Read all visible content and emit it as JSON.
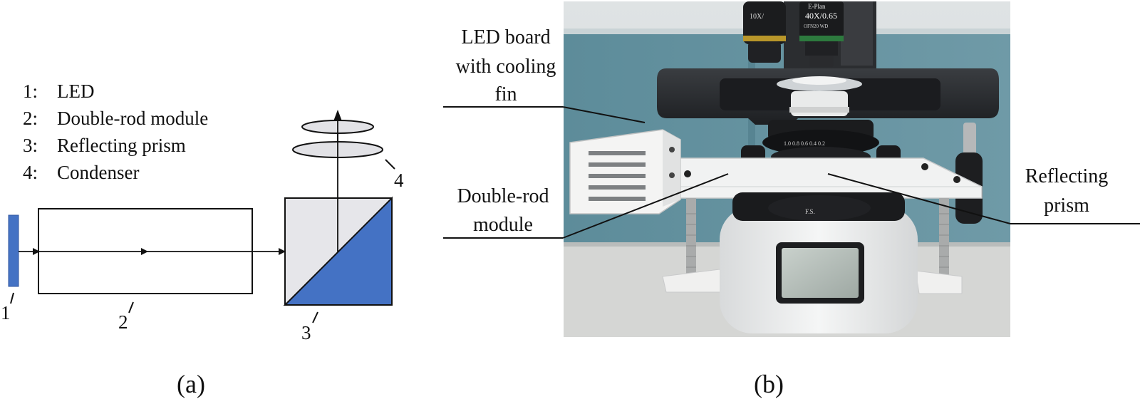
{
  "panel_a": {
    "legend": [
      {
        "num": "1:",
        "label": "LED"
      },
      {
        "num": "2:",
        "label": "Double-rod module"
      },
      {
        "num": "3:",
        "label": "Reflecting prism"
      },
      {
        "num": "4:",
        "label": "Condenser"
      }
    ],
    "part_labels": [
      "1",
      "2",
      "3",
      "4"
    ],
    "caption": "(a)",
    "colors": {
      "led": "#4472c4",
      "prism_reflector": "#4472c4",
      "prism_body": "#e6e6ea",
      "lens": "#e2e2e6"
    }
  },
  "panel_b": {
    "callouts": {
      "led_board": [
        "LED board",
        "with cooling",
        "fin"
      ],
      "double_rod": [
        "Double-rod",
        "module"
      ],
      "reflecting_prism": [
        "Reflecting",
        "prism"
      ]
    },
    "microscope_labels": {
      "objective_left_mag": "10X/",
      "objective_right_line1": "E-Plan",
      "objective_right_line2": "40X/0.65",
      "objective_right_line3": "OFN20  WD",
      "condenser_scale": "1.0   0.8   0.6   0.4   0.2",
      "field_stop": "F.S."
    },
    "caption": "(b)"
  }
}
